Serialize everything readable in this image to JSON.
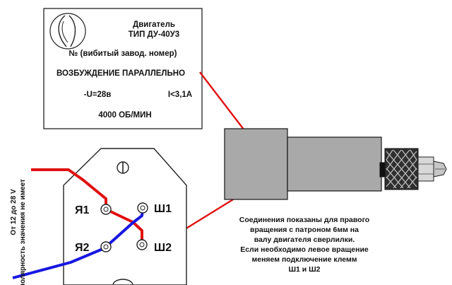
{
  "plate": {
    "line1": "Двигатель",
    "line2": "ТИП ДУ-40У3",
    "line3": "№ (вибитый завод. номер)",
    "line4": "ВОЗБУЖДЕНИЕ ПАРАЛЛЕЛЬНО",
    "voltage": "-U=28в",
    "current": "I<3,1A",
    "speed": "4000 ОБ/МИН"
  },
  "terminals": {
    "ya1": "Я1",
    "ya2": "Я2",
    "sh1": "Ш1",
    "sh2": "Ш2"
  },
  "side_label": {
    "line1": "От 12 до 28 V",
    "line2": "полярность значения не имеет"
  },
  "note": {
    "line1": "Соединения показаны для правого",
    "line2": "вращения с патроном 6мм на",
    "line3": "валу двигателя сверлилки.",
    "line4": "Если необходимо левое вращение",
    "line5": "меняем подключение клемм",
    "line6": "Ш1 и Ш2"
  },
  "colors": {
    "wire_positive": "#e01010",
    "wire_negative": "#1818e0",
    "arrow": "#e01010",
    "motor_body": "#a9a9a9",
    "chuck_dark": "#3a3a3a",
    "chuck_light": "#d8d8d8"
  },
  "icons": {
    "plate_logo": "logo-icon",
    "screw": "screw-icon"
  }
}
